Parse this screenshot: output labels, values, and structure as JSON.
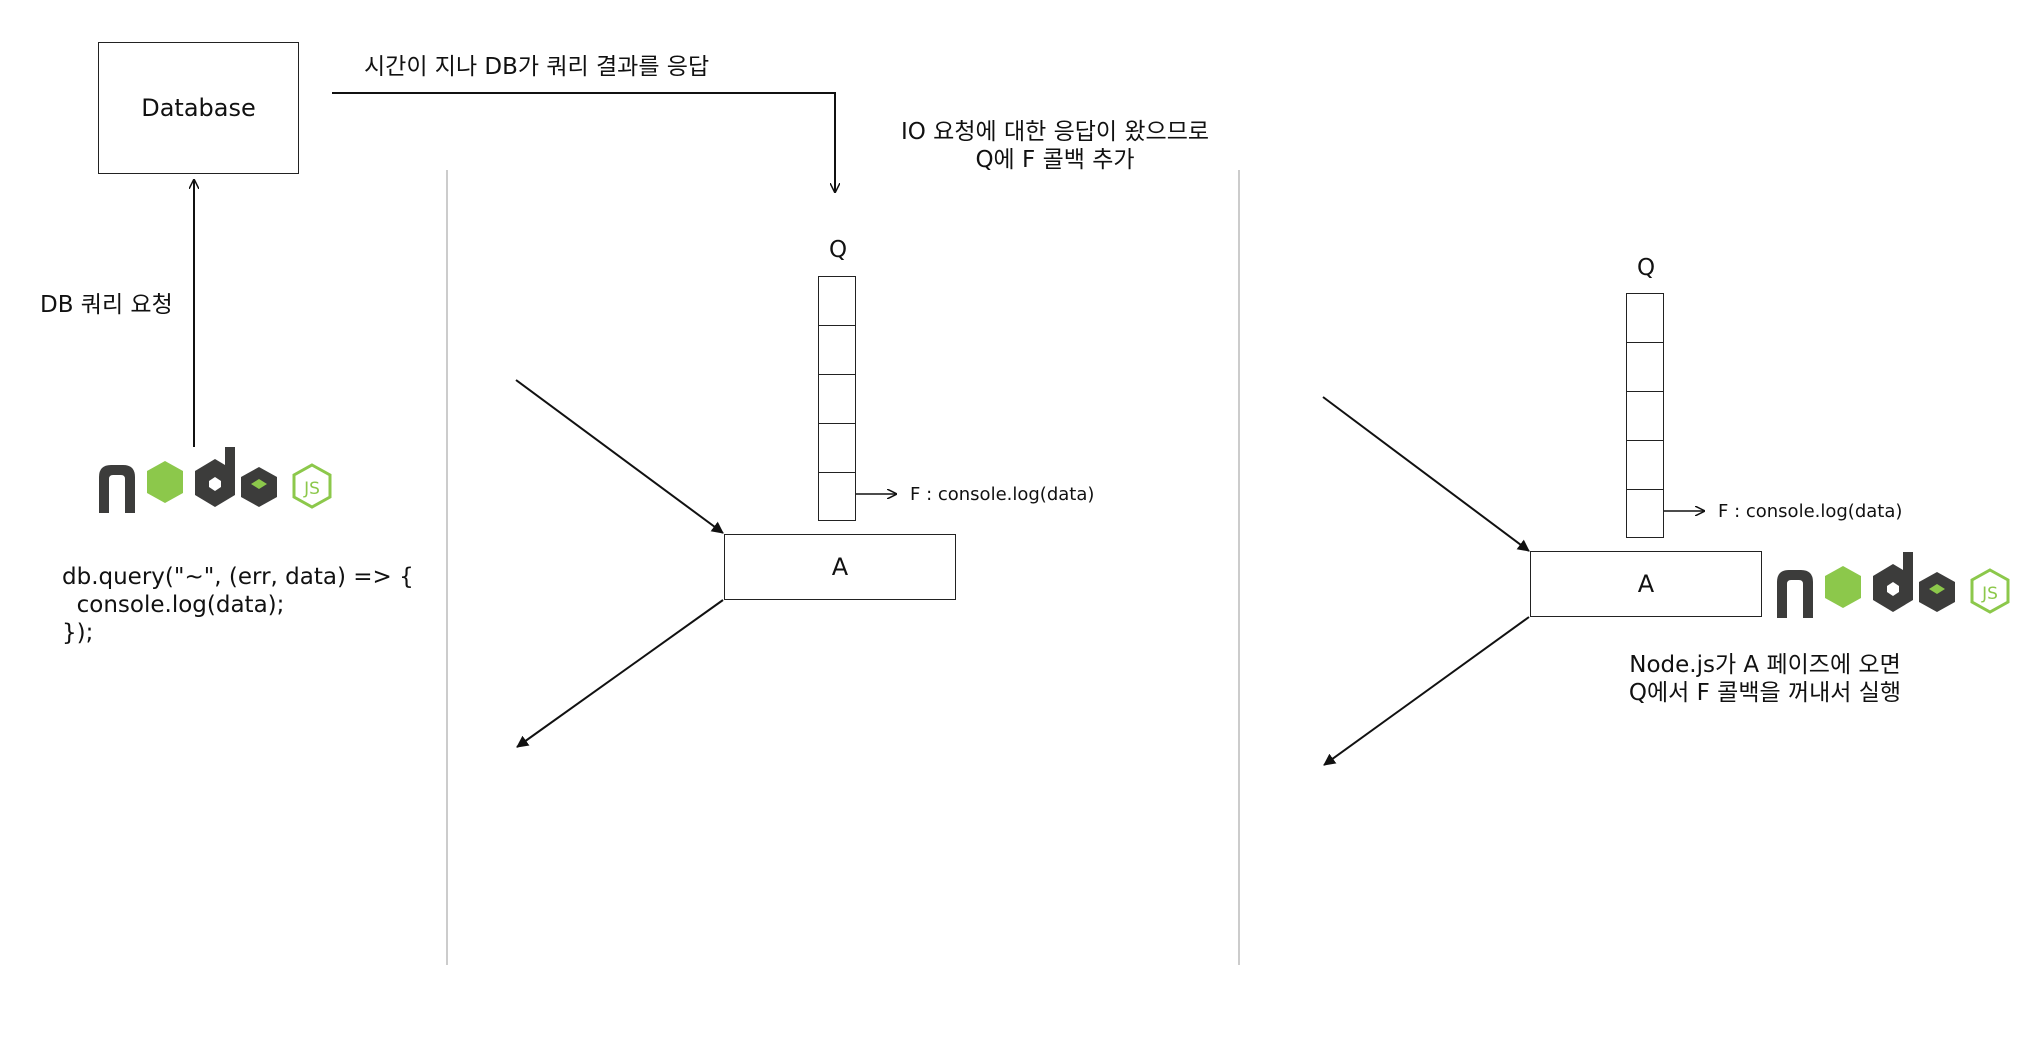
{
  "left_panel": {
    "database_label": "Database",
    "request_label": "DB 쿼리 요청",
    "response_label": "시간이 지나 DB가 쿼리 결과를 응답",
    "code_lines": [
      "db.query(\"~\", (err, data) => {",
      "  console.log(data);",
      "});"
    ]
  },
  "middle_panel": {
    "note_line1": "IO 요청에 대한 응답이 왔으므로",
    "note_line2": "Q에 F 콜백 추가",
    "queue_label": "Q",
    "callback_label": "F : console.log(data)",
    "phase_label": "A"
  },
  "right_panel": {
    "queue_label": "Q",
    "callback_label": "F : console.log(data)",
    "phase_label": "A",
    "note_line1": "Node.js가 A 페이즈에 오면",
    "note_line2": "Q에서 F 콜백을 꺼내서 실행"
  },
  "logo": {
    "letters": [
      "n",
      "o",
      "d",
      "e"
    ],
    "badge": "JS",
    "dark_color": "#3c3c3b",
    "green_color": "#8cc84b"
  },
  "colors": {
    "line": "#111111",
    "divider": "#cccccc"
  }
}
